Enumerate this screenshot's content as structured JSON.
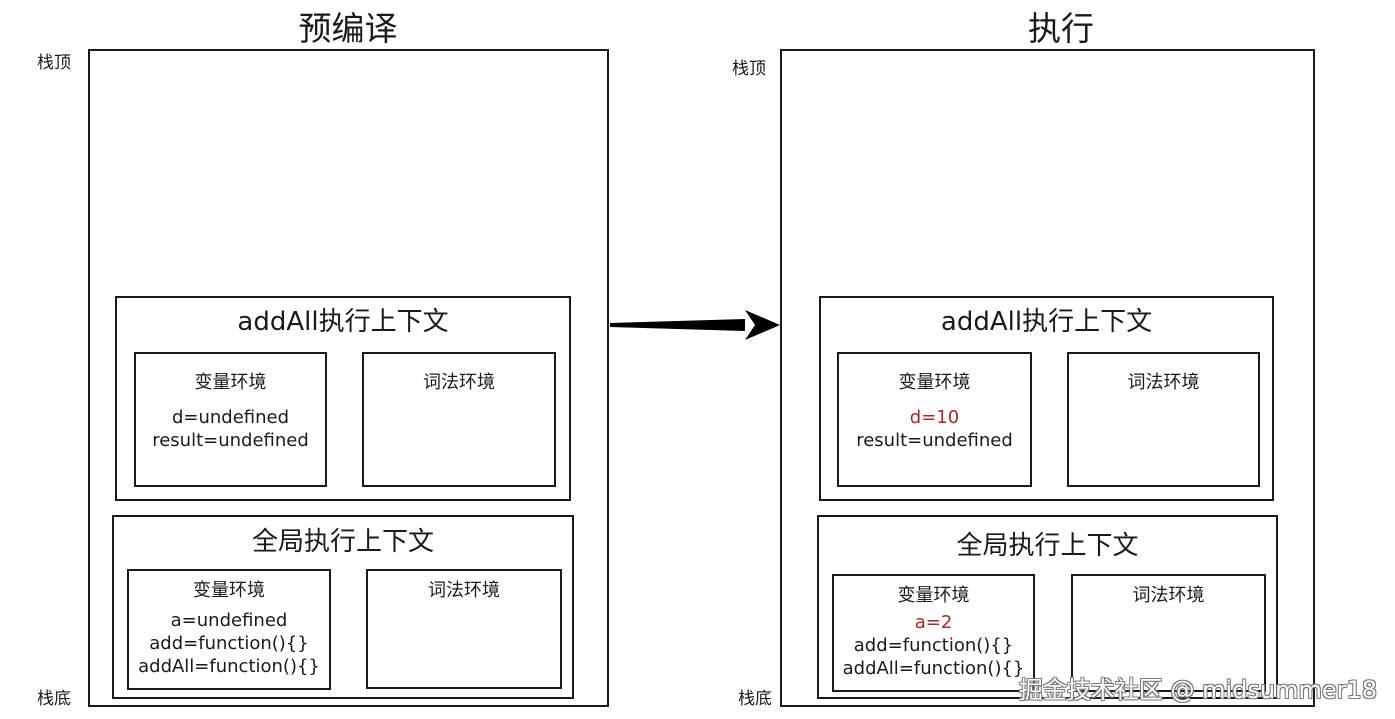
{
  "left": {
    "title": "预编译",
    "stack_top": "栈顶",
    "stack_bottom": "栈底",
    "fn_context": {
      "title": "addAll执行上下文",
      "var_env": {
        "title": "变量环境",
        "vars": [
          "d=undefined",
          "result=undefined"
        ]
      },
      "lex_env": {
        "title": "词法环境"
      }
    },
    "global_context": {
      "title": "全局执行上下文",
      "var_env": {
        "title": "变量环境",
        "vars": [
          "a=undefined",
          "add=function(){}",
          "addAll=function(){}"
        ]
      },
      "lex_env": {
        "title": "词法环境"
      }
    }
  },
  "right": {
    "title": "执行",
    "stack_top": "栈顶",
    "stack_bottom": "栈底",
    "fn_context": {
      "title": "addAll执行上下文",
      "var_env": {
        "title": "变量环境",
        "vars": [
          "d=10",
          "result=undefined"
        ]
      },
      "lex_env": {
        "title": "词法环境"
      }
    },
    "global_context": {
      "title": "全局执行上下文",
      "var_env": {
        "title": "变量环境",
        "vars": [
          "a=2",
          "add=function(){}",
          "addAll=function(){}"
        ]
      },
      "lex_env": {
        "title": "词法环境"
      }
    }
  },
  "highlight_color": "#a52a2a",
  "watermark": "掘金技术社区 @ midsummer18"
}
